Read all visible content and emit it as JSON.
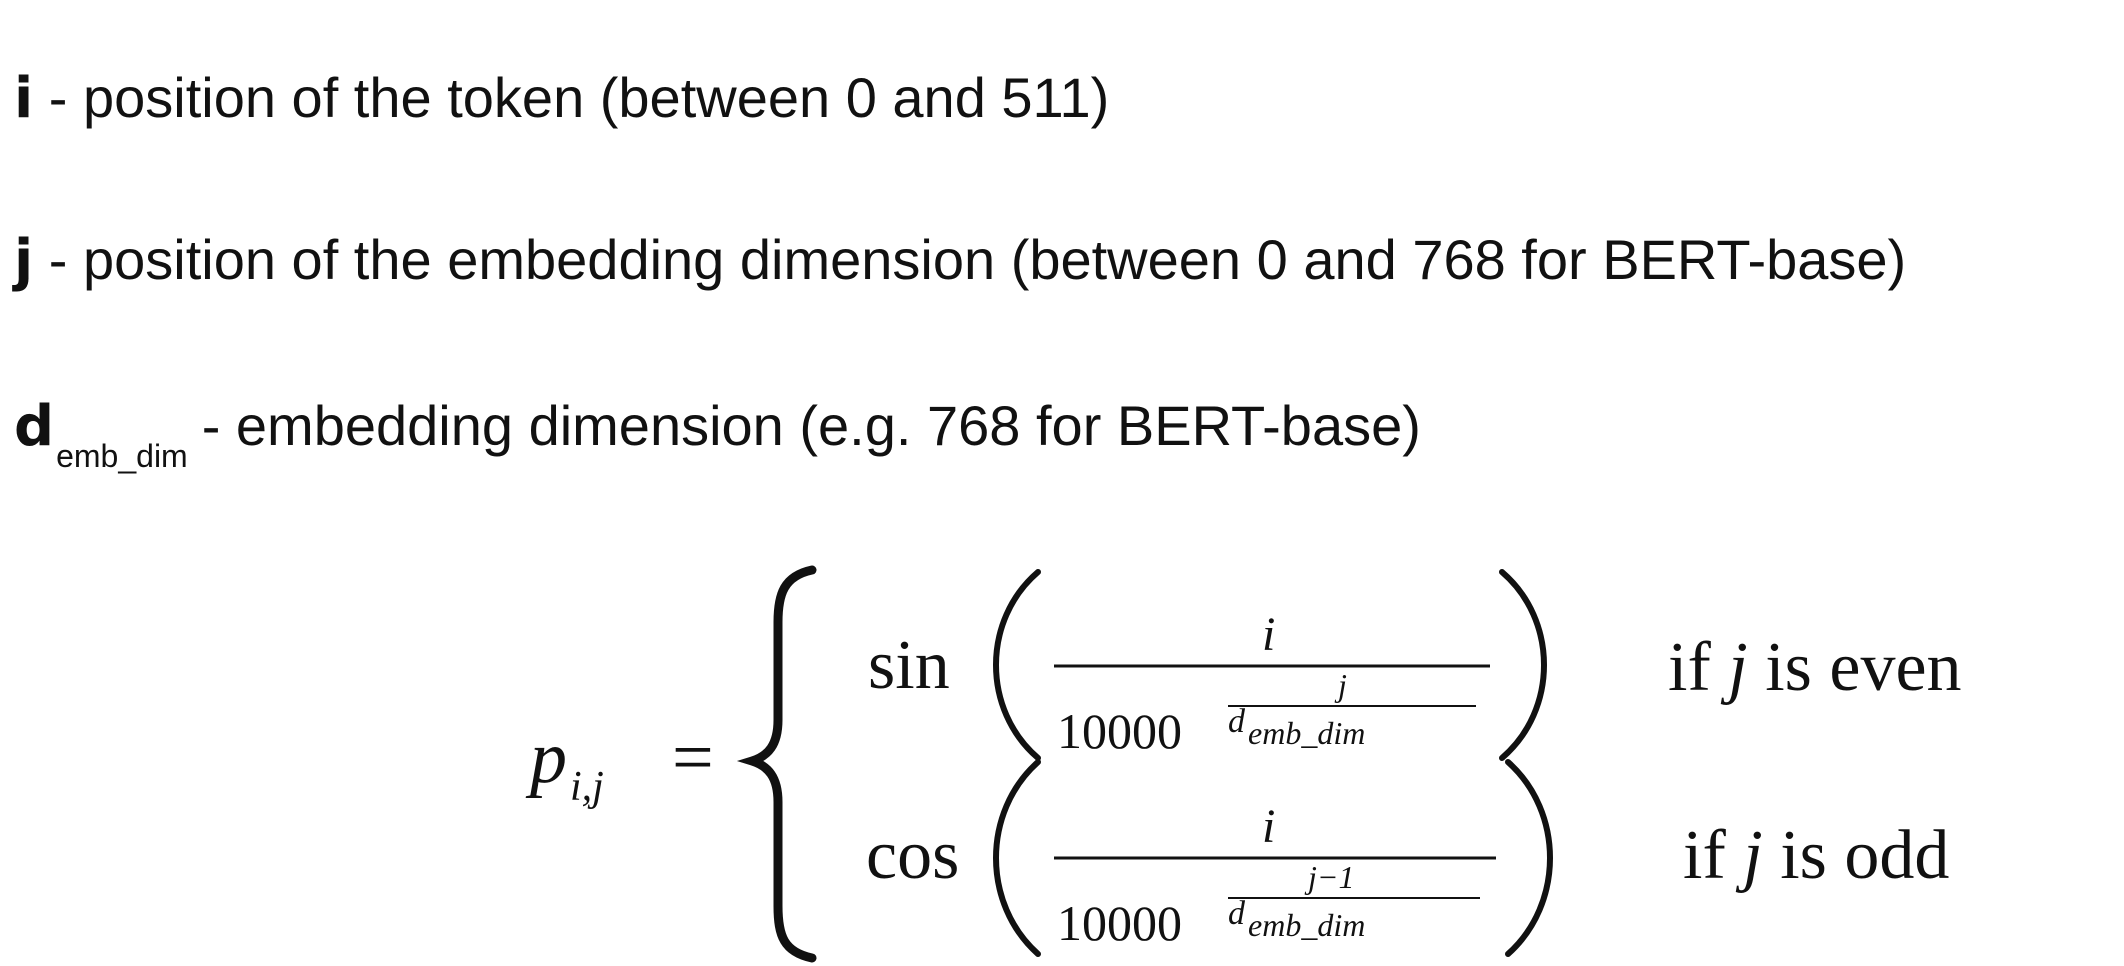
{
  "definitions": [
    {
      "symbol": "i",
      "text": " - position of the token (between 0 and 511)"
    },
    {
      "symbol": "j",
      "text": " - position of the embedding dimension (between 0 and 768 for BERT-base)"
    },
    {
      "symbol": "d",
      "subscript": "emb_dim",
      "text": "- embedding dimension (e.g. 768 for BERT-base)"
    }
  ],
  "formula": {
    "lhs_var": "p",
    "lhs_sub": "i,j",
    "equals": "=",
    "cases": [
      {
        "func": "sin",
        "numerator": "i",
        "base": "10000",
        "exp_num": "j",
        "exp_den_d": "d",
        "exp_den_sub": "emb_dim",
        "condition_pre": "if ",
        "condition_var": "j",
        "condition_post": " is even"
      },
      {
        "func": "cos",
        "numerator": "i",
        "base": "10000",
        "exp_num": "j−1",
        "exp_den_d": "d",
        "exp_den_sub": "emb_dim",
        "condition_pre": "if ",
        "condition_var": "j",
        "condition_post": " is odd"
      }
    ]
  }
}
